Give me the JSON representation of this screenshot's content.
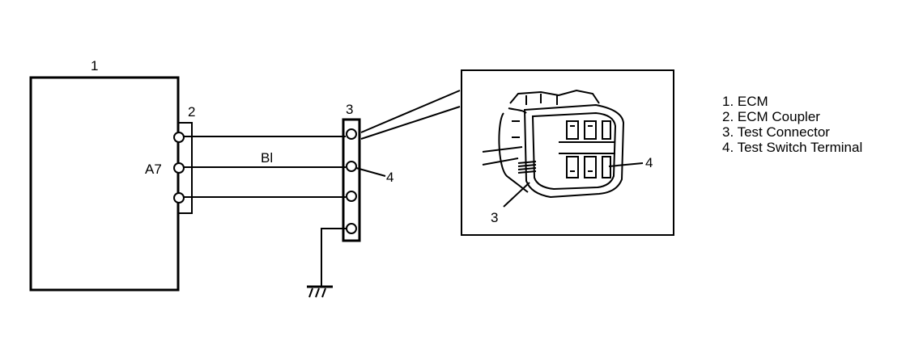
{
  "labels": {
    "ecm_number": "1",
    "coupler_number": "2",
    "test_connector_number": "3",
    "terminal_a7": "A7",
    "wire_color": "Bl",
    "test_switch_number": "4",
    "detail_terminal_number": "4",
    "detail_connector_number": "3"
  },
  "legend": [
    {
      "text": "1. ECM"
    },
    {
      "text": "2. ECM Coupler"
    },
    {
      "text": "3. Test Connector"
    },
    {
      "text": "4. Test Switch Terminal"
    }
  ],
  "icons": {
    "ground": "ground-symbol",
    "connector": "test-connector-illustration"
  }
}
